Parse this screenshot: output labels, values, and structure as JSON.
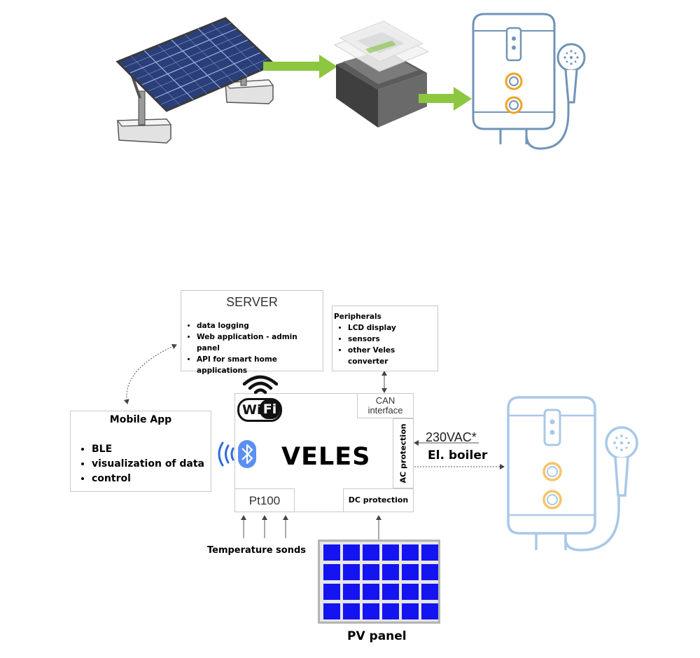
{
  "server": {
    "title": "SERVER",
    "items": [
      "data logging",
      "Web application - admin panel",
      "API for smart home applications"
    ]
  },
  "peripherals": {
    "title": "Peripherals",
    "items": [
      "LCD display",
      "sensors",
      "other Veles converter"
    ]
  },
  "mobile_app": {
    "title": "Mobile App",
    "items": [
      "BLE",
      "visualization of data",
      "control"
    ]
  },
  "veles": {
    "title": "VELES",
    "can_line1": "CAN",
    "can_line2": "interface",
    "ac_protection": "AC protection",
    "dc_protection": "DC protection",
    "pt100": "Pt100"
  },
  "wifi_logo": {
    "wi": "Wi",
    "fi": "Fi"
  },
  "labels": {
    "voltage": "230VAC*",
    "boiler": "El. boiler",
    "temperature": "Temperature sonds",
    "pv_panel": "PV panel"
  },
  "colors": {
    "arrow_green": "#8dc63f",
    "boiler_blue": "#6f94b8",
    "boiler_light_blue": "#a9c8e8",
    "knob_orange": "#f0a323",
    "pv_cell_blue": "#1414f0",
    "box_border": "#c9c9c9"
  }
}
